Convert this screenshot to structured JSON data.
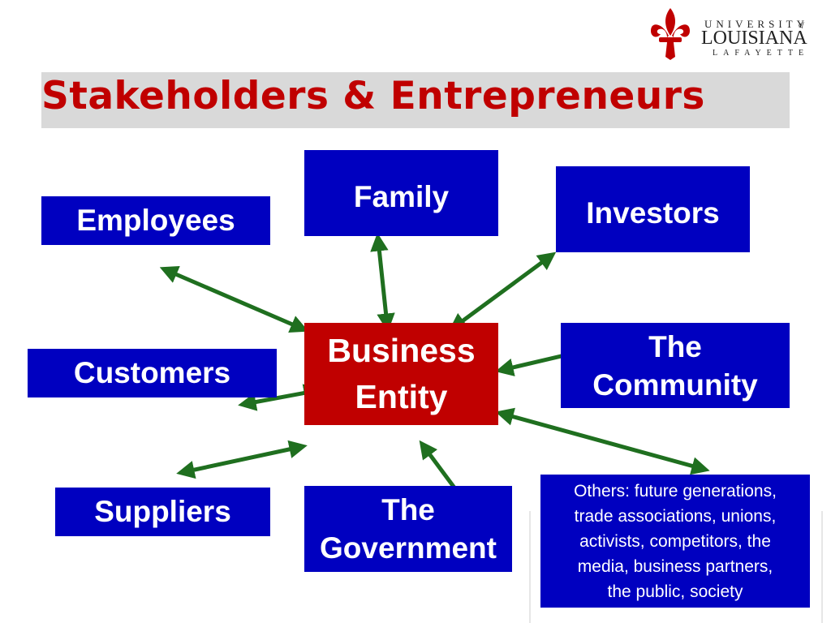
{
  "header": {
    "title": "Stakeholders & Entrepreneurs",
    "logo": {
      "line1": "UNIVERSITY",
      "of": "of",
      "line2": "LOUISIANA",
      "line3": "LAFAYETTE",
      "icon": "fleur-de-lis-icon",
      "color": "#c00000"
    }
  },
  "diagram": {
    "center": {
      "label_line1": "Business",
      "label_line2": "Entity"
    },
    "nodes": {
      "employees": "Employees",
      "family": "Family",
      "investors": "Investors",
      "customers": "Customers",
      "community_line1": "The",
      "community_line2": "Community",
      "suppliers": "Suppliers",
      "government_line1": "The",
      "government_line2": "Government",
      "others_line1": "Others: future generations,",
      "others_line2": "trade associations, unions,",
      "others_line3": "activists, competitors, the",
      "others_line4": "media, business partners,",
      "others_line5": "the public, society"
    },
    "colors": {
      "stakeholder_box": "#0000c0",
      "center_box": "#c00000",
      "arrow": "#1f6f1f",
      "title_text": "#c00000",
      "title_band": "#d9d9d9"
    }
  }
}
